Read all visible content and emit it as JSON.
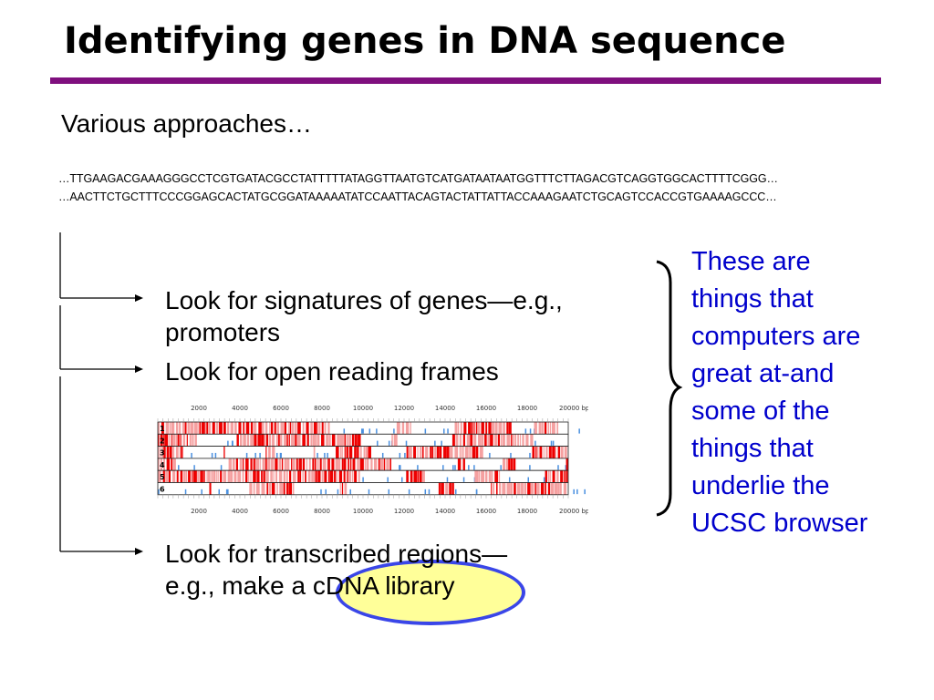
{
  "slide": {
    "title": "Identifying genes in DNA sequence",
    "subtitle": "Various approaches…",
    "dna_lines": [
      "…TTGAAGACGAAAGGGCCTCGTGATACGCCTATTTTTATAGGTTAATGTCATGATAATAATGGTTTCTTAGACGTCAGGTGGCACTTTTCGGG…",
      "…AACTTCTGCTTTCCCGGAGCACTATGCGGATAAAAATATCCAATTACAGTACTATTATTACCAAAGAATCTGCAGTCCACCGTGAAAAGCCC…"
    ],
    "approaches": [
      {
        "line1": "Look for signatures of genes—e.g.,",
        "line2": "promoters"
      },
      {
        "line1": "Look for open reading frames"
      },
      {
        "line1": "Look for transcribed regions—",
        "line2_prefix": "e.g., make a ",
        "line2_highlight": "cDNA library"
      }
    ],
    "side_note": [
      "These are",
      "things that",
      "computers are",
      "great at-and",
      "some of the",
      "things that",
      "underlie the",
      "UCSC browser"
    ],
    "colors": {
      "accent_rule": "#7f0f7e",
      "side_note": "#0000cc",
      "highlight_fill": "#ffff99",
      "highlight_stroke": "#3a46e8",
      "orf_red": "#ee0000",
      "orf_blue": "#4a90e0"
    },
    "orf_figure": {
      "axis_ticks": [
        "2000",
        "4000",
        "6000",
        "8000",
        "10000",
        "12000",
        "14000",
        "16000",
        "18000",
        "20000 bp"
      ],
      "frames": [
        "1",
        "2",
        "3",
        "4",
        "5",
        "6"
      ]
    }
  }
}
